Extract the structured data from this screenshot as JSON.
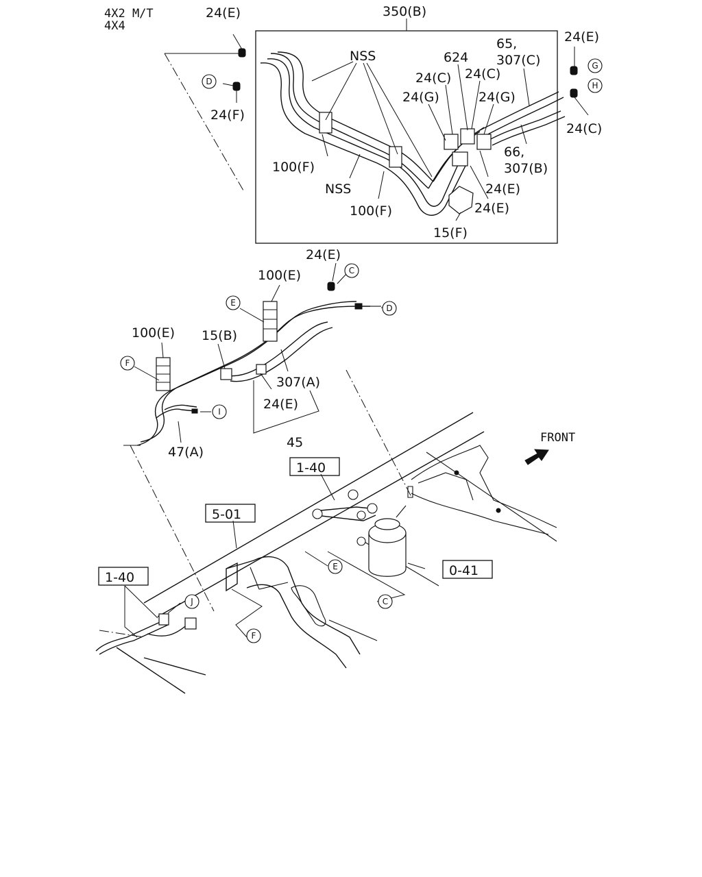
{
  "header": {
    "variant_lines": [
      "4X2 M/T",
      "4X4"
    ]
  },
  "labels": {
    "l_24e_top": "24(E)",
    "l_24f": "24(F)",
    "l_350b": "350(B)",
    "l_nss_top": "NSS",
    "l_100f_a": "100(F)",
    "l_nss_mid": "NSS",
    "l_100f_b": "100(F)",
    "l_624": "624",
    "l_24c_a": "24(C)",
    "l_24c_b": "24(C)",
    "l_24g_a": "24(G)",
    "l_24g_b": "24(G)",
    "l_65": "65,",
    "l_307c": "307(C)",
    "l_24e_right": "24(E)",
    "l_24c_right": "24(C)",
    "l_66": "66,",
    "l_307b": "307(B)",
    "l_24e_r1": "24(E)",
    "l_24e_r2": "24(E)",
    "l_15f": "15(F)",
    "l_24e_mid": "24(E)",
    "l_100e_a": "100(E)",
    "l_100e_b": "100(E)",
    "l_15b": "15(B)",
    "l_307a": "307(A)",
    "l_24e_low": "24(E)",
    "l_45": "45",
    "l_47a": "47(A)",
    "l_front": "FRONT"
  },
  "ref_boxes": {
    "r_140_a": "1-40",
    "r_501": "5-01",
    "r_140_b": "1-40",
    "r_041": "0-41"
  },
  "callouts": {
    "c_d_top": "D",
    "c_g": "G",
    "c_h": "H",
    "c_c_top": "C",
    "c_d_mid": "D",
    "c_e_mid": "E",
    "c_f_mid": "F",
    "c_i": "I",
    "c_e_low": "E",
    "c_c_low": "C",
    "c_j": "J",
    "c_f_low": "F"
  },
  "icons": {
    "front_arrow": "arrow-icon"
  }
}
